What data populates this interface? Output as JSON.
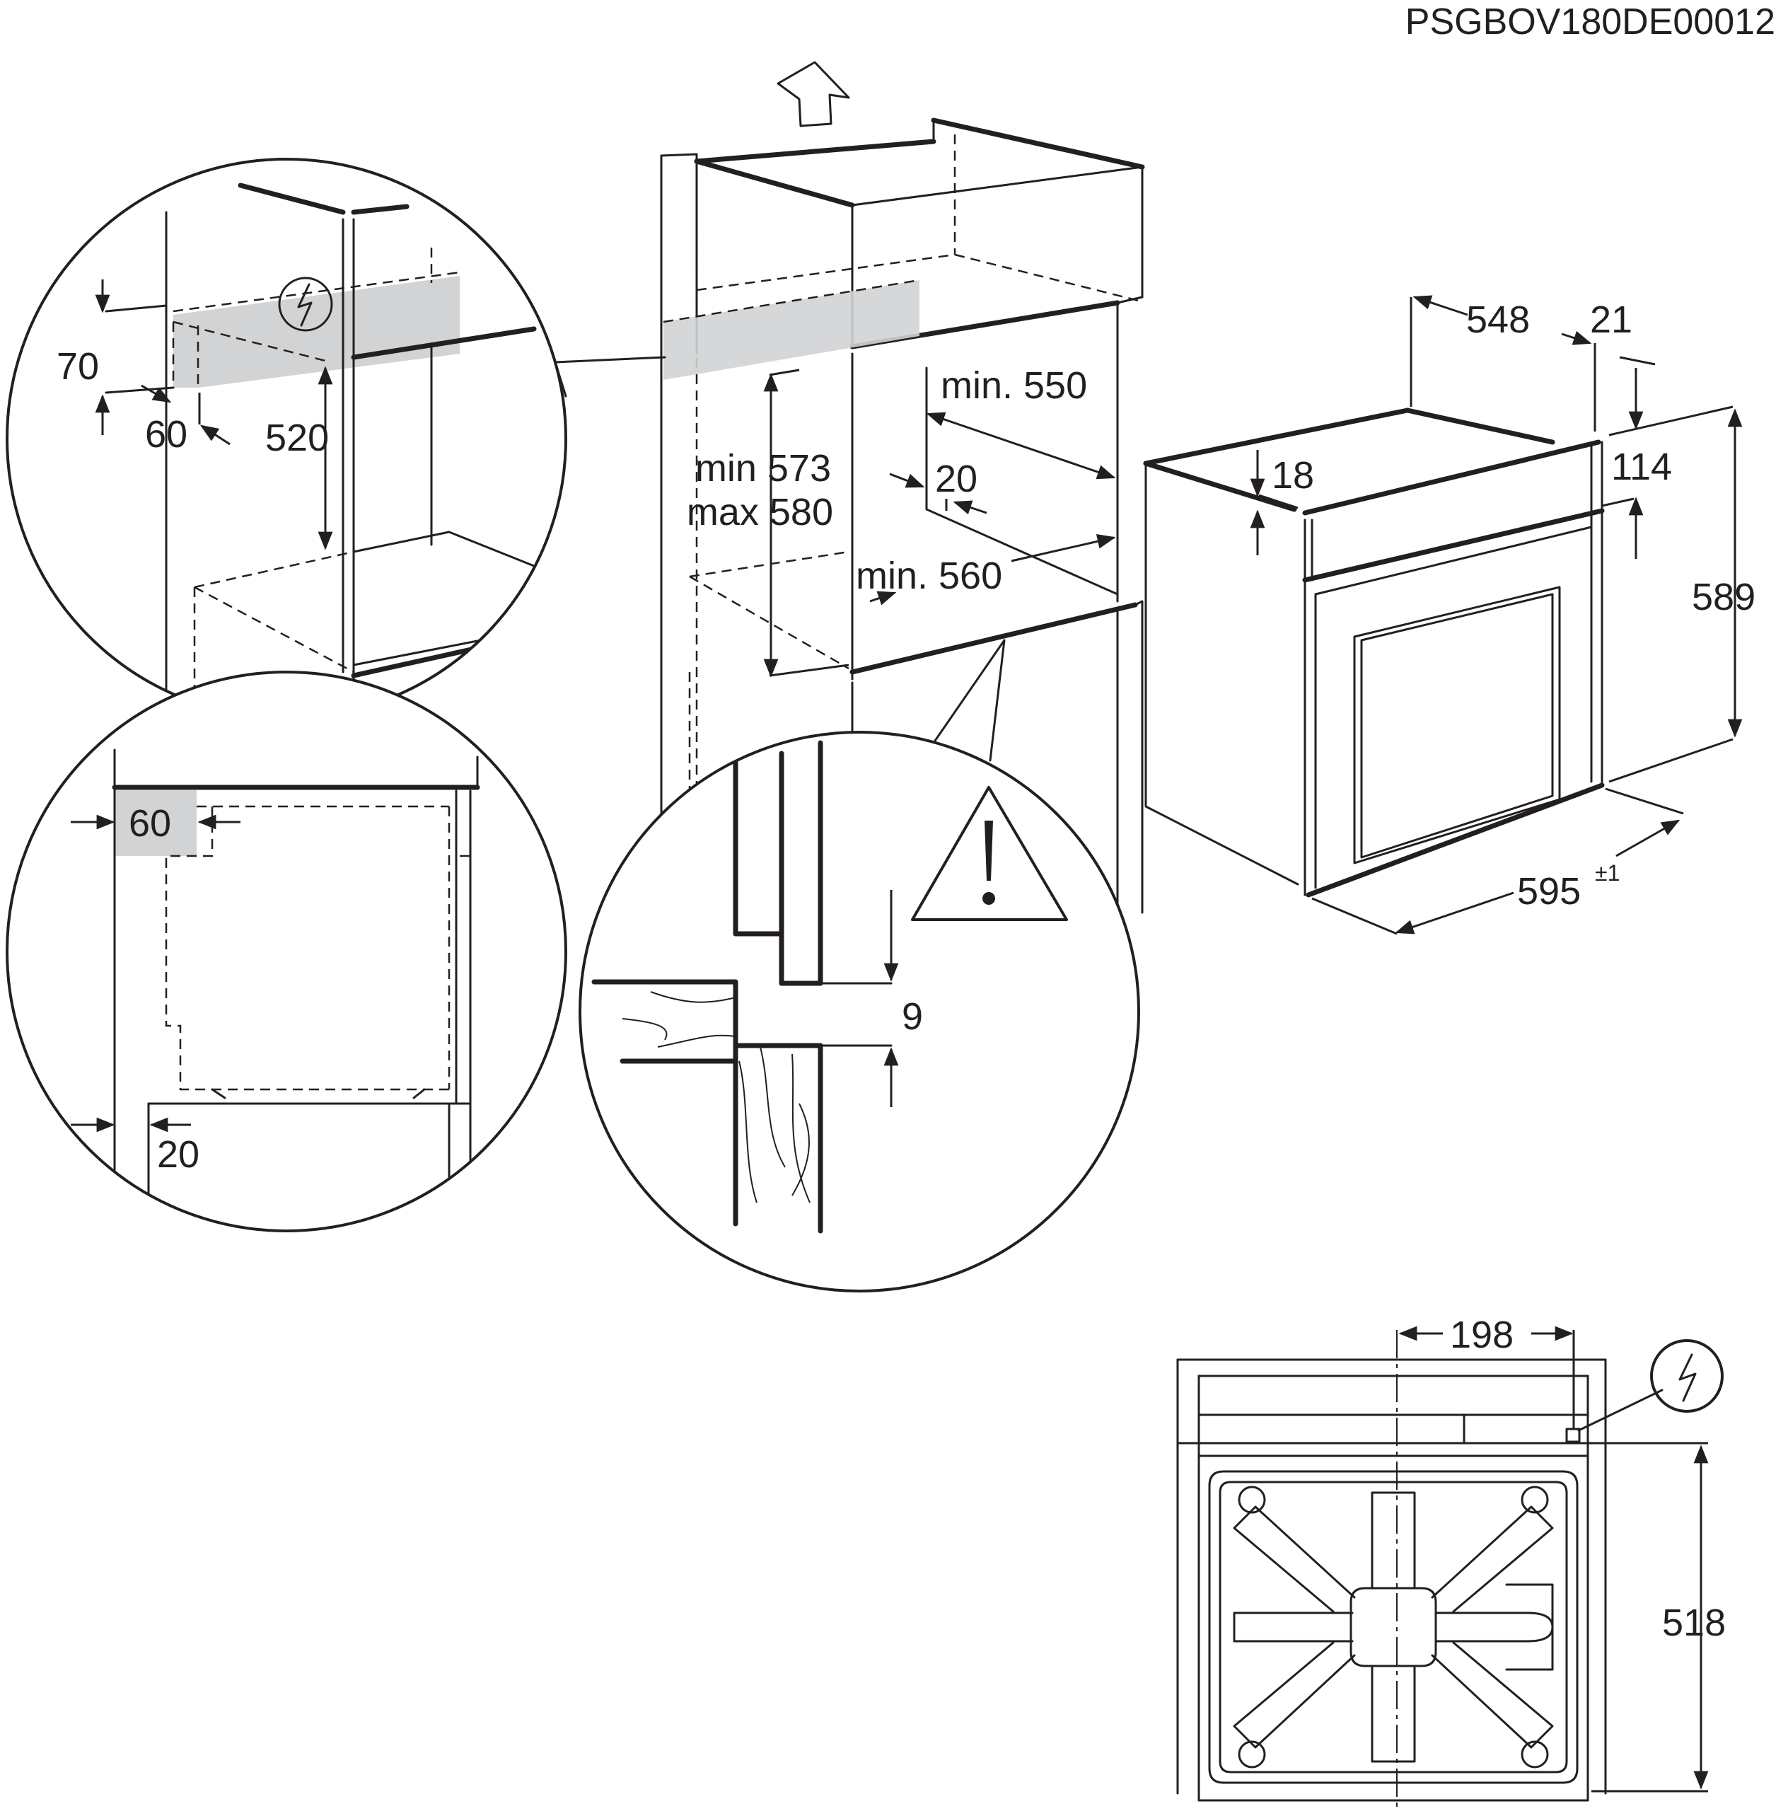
{
  "document_code": "PSGBOV180DE00012",
  "detail_top_left": {
    "dim_height_a": "70",
    "dim_depth_a": "60",
    "dim_height_b": "520"
  },
  "detail_bottom_left": {
    "dim_vent": "60",
    "dim_gap": "20"
  },
  "cabinet": {
    "dim_depth": "min. 550",
    "dim_gap": "20",
    "dim_height_min": "min 573",
    "dim_height_max": "max 580",
    "dim_width": "min. 560"
  },
  "detail_bottom_center": {
    "dim_gap": "9"
  },
  "oven": {
    "dim_depth": "548",
    "dim_front": "21",
    "dim_top": "18",
    "dim_panel": "114",
    "dim_height": "589",
    "dim_width": "595",
    "dim_width_tol": "±1"
  },
  "oven_back": {
    "dim_offset": "198",
    "dim_height": "518"
  },
  "icons": [
    "electrical-hazard-icon",
    "warning-triangle-icon",
    "airflow-up-arrow-icon"
  ]
}
